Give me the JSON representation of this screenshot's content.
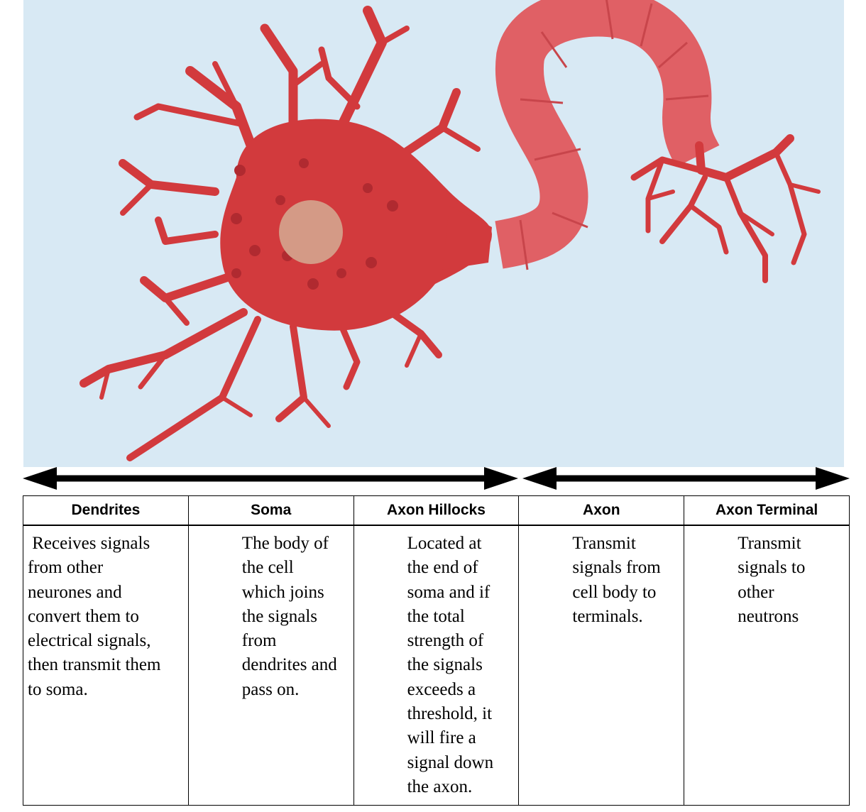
{
  "colors": {
    "background_panel": "#d8e9f4",
    "neuron_body": "#d23a3d",
    "nucleus": "#d49a86",
    "axon": "#e06065",
    "arrow": "#000000"
  },
  "table": {
    "headers": [
      "Dendrites",
      "Soma",
      "Axon Hillocks",
      "Axon",
      "Axon Terminal"
    ],
    "descriptions": [
      " Receives signals\nfrom other\nneurones and\nconvert them to\nelectrical signals,\nthen transmit them\nto soma.",
      "The body of\nthe cell\nwhich joins\nthe signals\nfrom\ndendrites and\npass on.",
      "Located at\nthe end of\nsoma and if\nthe total\nstrength of\nthe signals\nexceeds a\nthreshold, it\nwill fire a\nsignal down\nthe axon.",
      "Transmit\nsignals from\ncell body to\nterminals.",
      "Transmit\nsignals to\nother\nneutrons"
    ]
  }
}
